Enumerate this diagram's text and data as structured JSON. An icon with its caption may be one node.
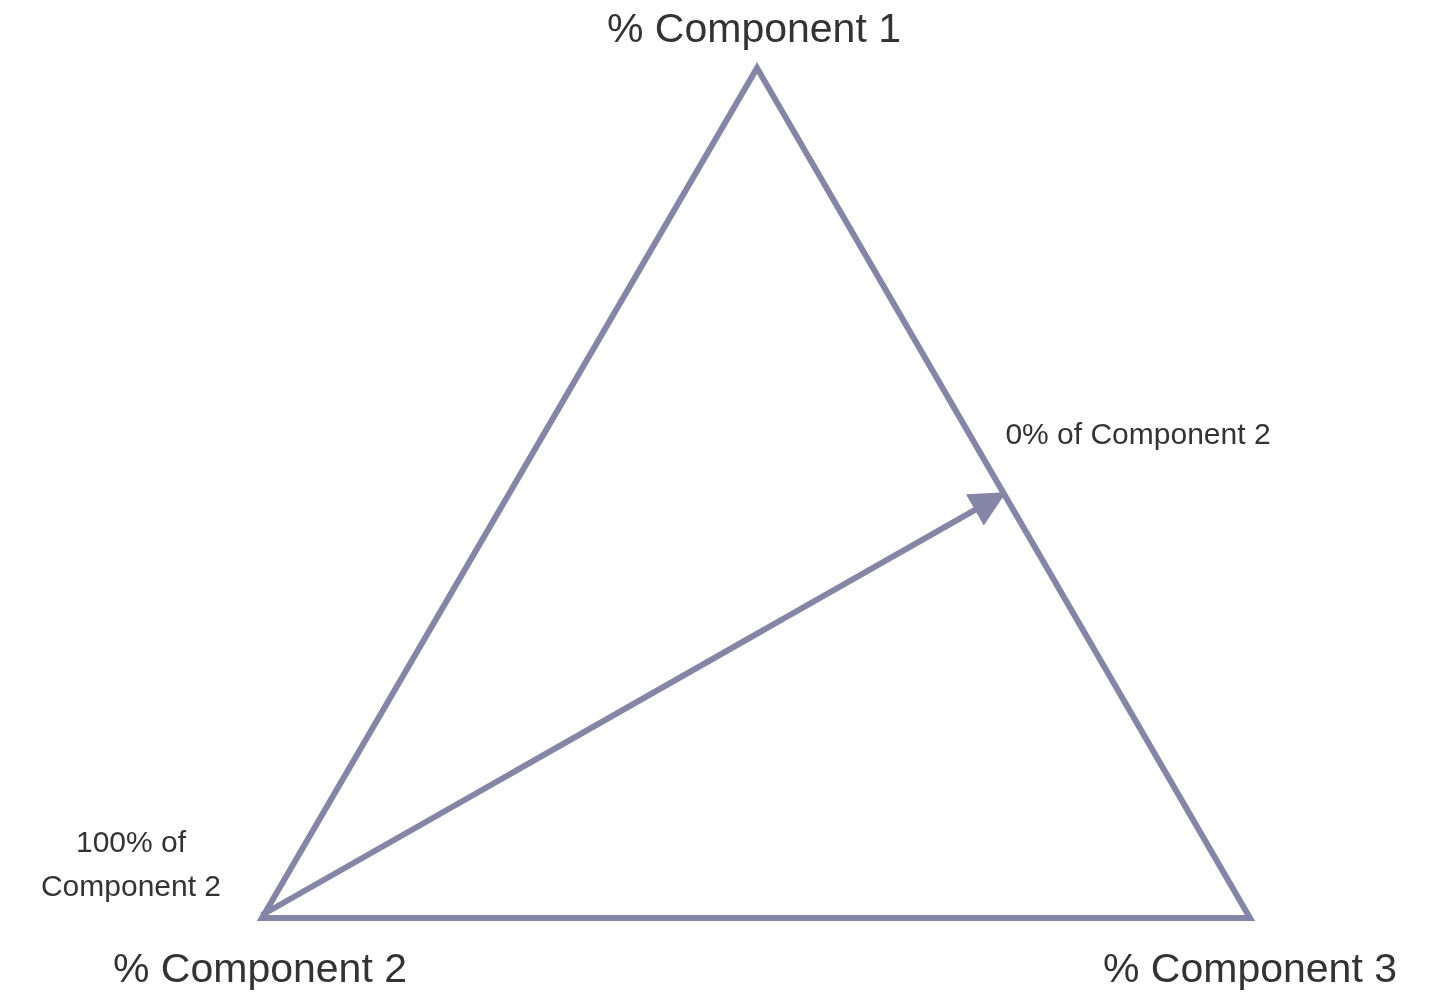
{
  "diagram": {
    "nodes": [
      {
        "text": [
          "100% of Component 2"
        ]
      },
      {
        "text": [
          "0% of Component 2"
        ]
      }
    ],
    "edges": [
      {
        "from": 0,
        "to": 1,
        "arrow": "to"
      }
    ],
    "labels": [
      "% Component 1",
      "% Component 2",
      "% Component 3"
    ]
  }
}
